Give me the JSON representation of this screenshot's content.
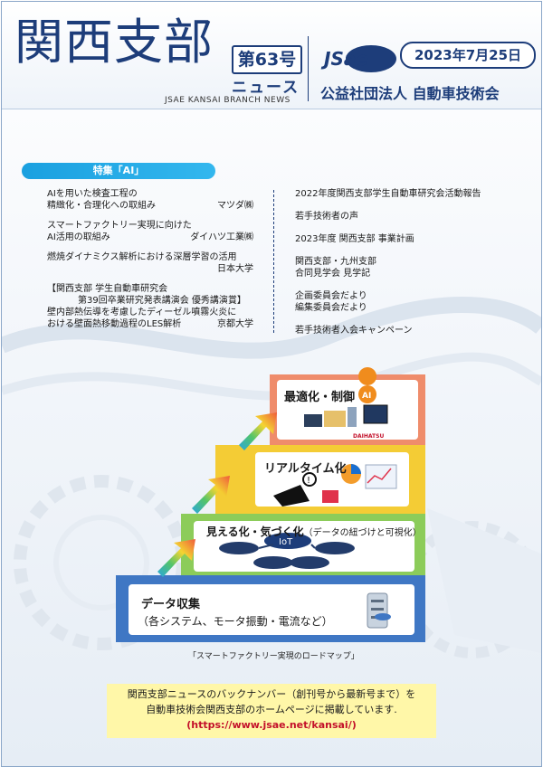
{
  "header": {
    "title": "関西支部",
    "issue": "第63号",
    "issue_sub": "ニュース",
    "title_en": "JSAE KANSAI BRANCH NEWS",
    "logo_text": "JSae",
    "date": "2023年7月25日",
    "org": "公益社団法人 自動車技術会"
  },
  "feature": {
    "label": "特集「AI」"
  },
  "contents_left": {
    "a1_line1": "AIを用いた検査工程の",
    "a1_line2": "精緻化・合理化への取組み",
    "a1_org": "マツダ㈱",
    "a2_line1": "スマートファクトリー実現に向けた",
    "a2_line2": "AI活用の取組み",
    "a2_org": "ダイハツ工業㈱",
    "a3_line1": "燃焼ダイナミクス解析における深層学習の活用",
    "a3_org": "日本大学",
    "a4_line1": "【関西支部 学生自動車研究会",
    "a4_line2": "第39回卒業研究発表講演会 優秀講演賞】",
    "a4_line3": "壁内部熱伝導を考慮したディーゼル噴霧火炎に",
    "a4_line4": "おける壁面熱移動過程のLES解析",
    "a4_org": "京都大学"
  },
  "contents_right": {
    "r1": "2022年度関西支部学生自動車研究会活動報告",
    "r2": "若手技術者の声",
    "r3": "2023年度 関西支部 事業計画",
    "r4_line1": "関西支部・九州支部",
    "r4_line2": "合同見学会 見学記",
    "r5_line1": "企画委員会だより",
    "r5_line2": "編集委員会だより",
    "r6": "若手技術者入会キャンペーン"
  },
  "roadmap": {
    "step4": "最適化・制御",
    "step3": "リアルタイム化",
    "step2": "見える化・気づく化",
    "step2_sub": "（データの紐づけと可視化）",
    "step1": "データ収集",
    "step1_sub": "（各システム、モータ振動・電流など）",
    "iot": "IoT",
    "ai_badge": "AI",
    "brand": "DAIHATSU",
    "caption": "「スマートファクトリー実現のロードマップ」"
  },
  "note": {
    "line1": "関西支部ニュースのバックナンバー（創刊号から最新号まで）を",
    "line2": "自動車技術会関西支部のホームページに掲載しています.",
    "url": "(https://www.jsae.net/kansai/)"
  },
  "colors": {
    "navy": "#1d3d7a",
    "accent_blue": "#1aa0e0",
    "step1": "#3f77c4",
    "step2": "#8ccc5a",
    "step3": "#f4cc35",
    "step4": "#ef8c6b",
    "note_bg": "#fff7a8",
    "url_red": "#c3102a"
  }
}
